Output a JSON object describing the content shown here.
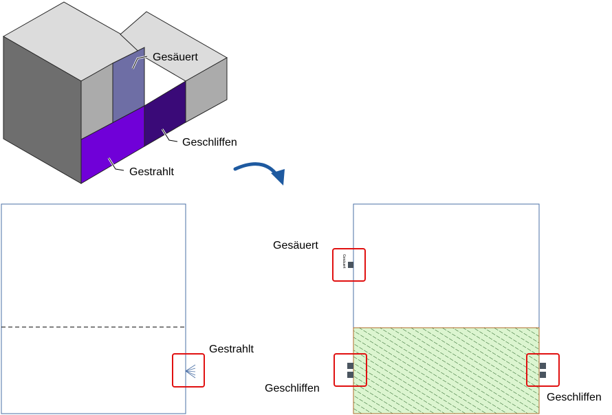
{
  "iso_view": {
    "labels": {
      "gesaeuert": "Gesäuert",
      "geschliffen": "Geschliffen",
      "gestrahlt": "Gestrahlt"
    },
    "colors": {
      "top_face": "#dcdcdc",
      "left_face": "#6e6e6e",
      "front_face": "#ababab",
      "gesaeuert": "#6e6ea5",
      "geschliffen": "#3a0a78",
      "gestrahlt": "#7000d8"
    }
  },
  "arrow": {
    "color": "#1e5aa0",
    "icon": "curved-arrow-icon"
  },
  "left_drawing": {
    "callout_label": "Gestrahlt",
    "frame_color": "#4a6fa5",
    "highlight_color": "#e01010"
  },
  "right_drawing": {
    "top_label": "Gesäuert",
    "tiny_label": "Gesäuert",
    "left_label": "Geschliffen",
    "right_label": "Geschliffen",
    "hatch_fill": "#dcf5d0",
    "hatch_line": "#1a5a1a",
    "hatch_border": "#b06a2a",
    "marker_color": "#4a5560"
  }
}
